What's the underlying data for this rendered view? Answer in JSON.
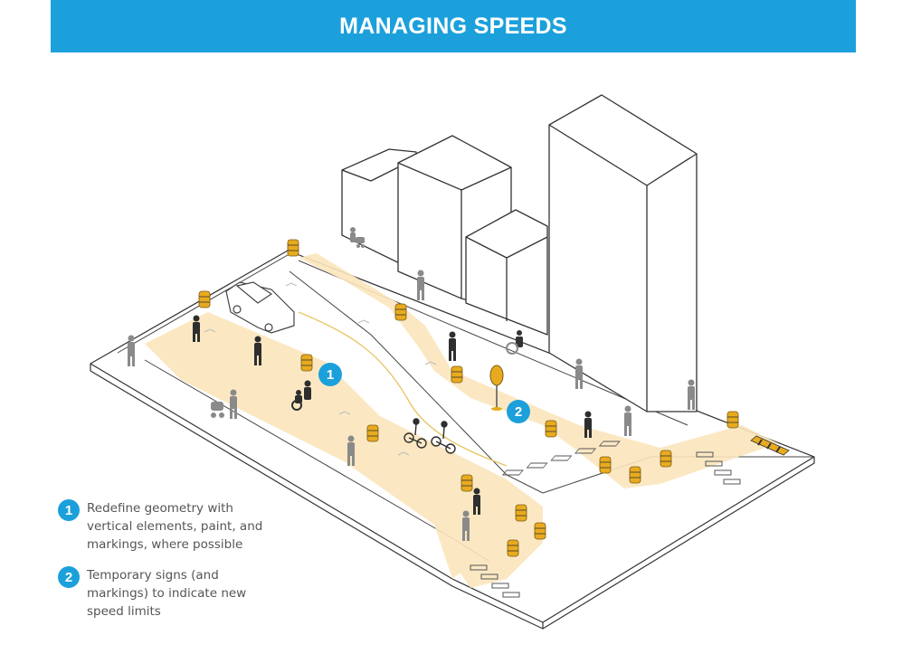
{
  "header": {
    "title": "MANAGING SPEEDS"
  },
  "colors": {
    "banner": "#1ca0dc",
    "highlight": "#fbe9c4",
    "barrel": "#e8ab1f",
    "badge": "#1ca0dc"
  },
  "callouts": [
    {
      "number": "1"
    },
    {
      "number": "2"
    }
  ],
  "legend": {
    "items": [
      {
        "number": "1",
        "text": "Redefine geometry with\nvertical elements, paint, and\nmarkings, where possible"
      },
      {
        "number": "2",
        "text": "Temporary signs (and\nmarkings) to indicate new\nspeed limits"
      }
    ]
  }
}
